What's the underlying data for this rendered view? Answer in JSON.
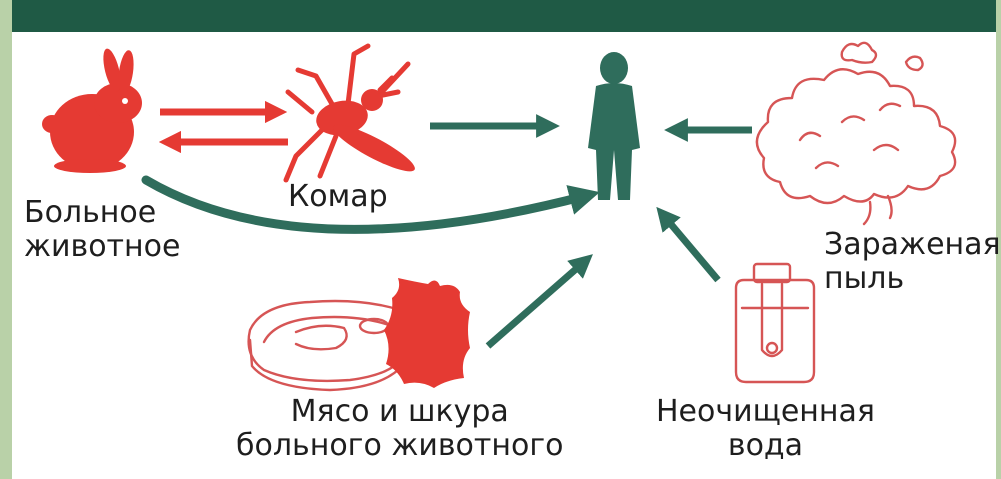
{
  "colors": {
    "header_band": "#1f5a45",
    "side_strip": "#b9d1a8",
    "source_red": "#e53a33",
    "flow_green": "#2f6d5c",
    "human": "#2f6d5c",
    "outline_red": "#d65555"
  },
  "icons": {
    "sick_animal": "rabbit-icon",
    "mosquito": "mosquito-icon",
    "human": "human-silhouette-icon",
    "dust": "dust-cloud-icon",
    "meat": "meat-steak-icon",
    "hide": "animal-hide-icon",
    "water": "water-canister-icon"
  },
  "nodes": {
    "sick_animal": {
      "line1": "Больное",
      "line2": "животное"
    },
    "mosquito": {
      "label": "Комар"
    },
    "dust": {
      "line1": "Зараженая",
      "line2": "пыль"
    },
    "meat_hide": {
      "line1": "Мясо и шкура",
      "line2": "больного животного"
    },
    "water": {
      "line1": "Неочищенная",
      "line2": "вода"
    }
  },
  "edges": [
    {
      "from": "sick_animal",
      "to": "mosquito",
      "color": "red"
    },
    {
      "from": "mosquito",
      "to": "sick_animal",
      "color": "red"
    },
    {
      "from": "mosquito",
      "to": "human",
      "color": "green"
    },
    {
      "from": "sick_animal",
      "to": "human",
      "color": "green"
    },
    {
      "from": "dust",
      "to": "human",
      "color": "green"
    },
    {
      "from": "meat_hide",
      "to": "human",
      "color": "green"
    },
    {
      "from": "water",
      "to": "human",
      "color": "green"
    }
  ]
}
